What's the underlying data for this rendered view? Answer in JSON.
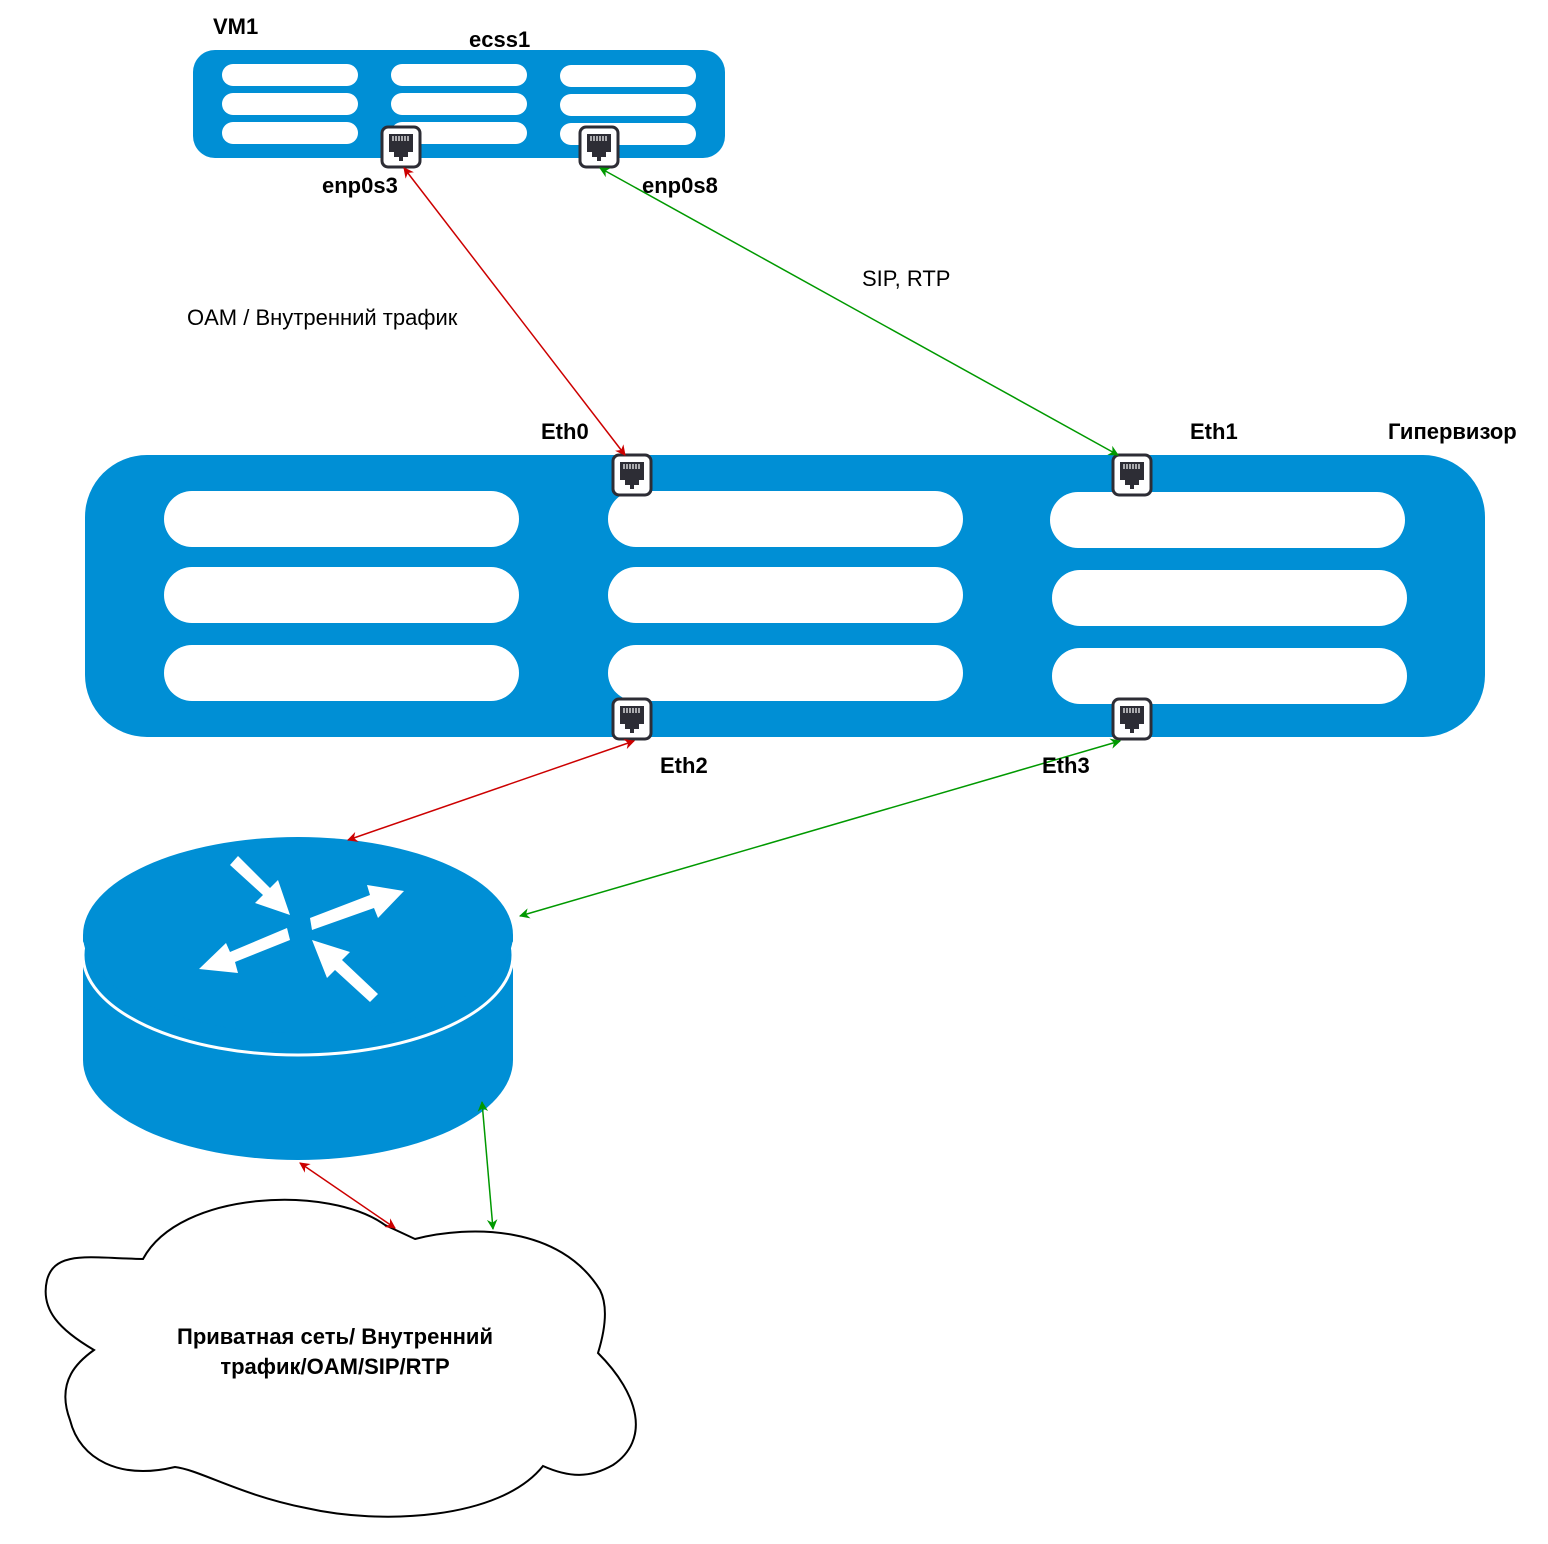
{
  "colors": {
    "device_blue": "#008fd5",
    "slot_white": "#ffffff",
    "port_dark": "#2d2d35",
    "oam_link": "#cc0000",
    "sip_link": "#009900",
    "cloud_stroke": "#000000"
  },
  "vm": {
    "title": "VM1",
    "name": "ecss1",
    "ports": [
      {
        "label": "enp0s3",
        "link": "oam"
      },
      {
        "label": "enp0s8",
        "link": "sip"
      }
    ]
  },
  "hypervisor": {
    "title": "Гипервизор",
    "ports": [
      {
        "label": "Eth0",
        "position": "top-left",
        "link": "oam"
      },
      {
        "label": "Eth1",
        "position": "top-right",
        "link": "sip"
      },
      {
        "label": "Eth2",
        "position": "bottom-left",
        "link": "oam"
      },
      {
        "label": "Eth3",
        "position": "bottom-right",
        "link": "sip"
      }
    ]
  },
  "links": {
    "oam_label": "OAM / Внутренний трафик",
    "sip_label": "SIP, RTP"
  },
  "router": {
    "icon": "router-icon"
  },
  "cloud": {
    "line1": "Приватная сеть/ Внутренний",
    "line2": "трафик/OAM/SIP/RTP"
  }
}
